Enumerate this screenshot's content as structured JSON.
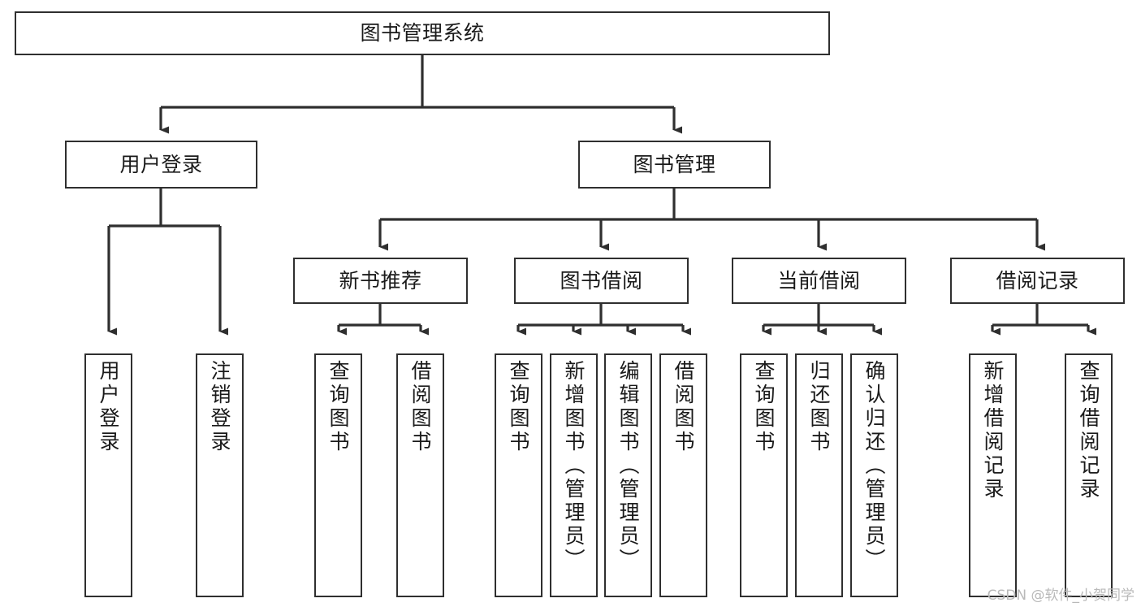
{
  "diagram": {
    "type": "tree-hierarchy",
    "title": "图书管理系统",
    "orientation": "top-down",
    "colors": {
      "background": "#ffffff",
      "box_border": "#2f2f2f",
      "box_fill": "#ffffff",
      "connector": "#2f2f2f",
      "text": "#1a1a1a",
      "watermark": "#b9b9b9"
    },
    "watermark": "CSDN @软件_小贺同学",
    "levels": {
      "root": "图书管理系统",
      "level2": [
        "用户登录",
        "图书管理"
      ],
      "level3": [
        "新书推荐",
        "图书借阅",
        "当前借阅",
        "借阅记录"
      ],
      "leaves": [
        "用户登录",
        "注销登录",
        "查询图书",
        "借阅图书",
        "查询图书",
        "新增图书（管理员）",
        "编辑图书（管理员）",
        "借阅图书",
        "查询图书",
        "归还图书",
        "确认归还（管理员）",
        "新增借阅记录",
        "查询借阅记录"
      ]
    },
    "nodes": {
      "root": {
        "label": "图书管理系统"
      },
      "user_login": {
        "label": "用户登录"
      },
      "book_manage": {
        "label": "图书管理"
      },
      "new_book_rec": {
        "label": "新书推荐"
      },
      "book_borrow": {
        "label": "图书借阅"
      },
      "current_borrow": {
        "label": "当前借阅"
      },
      "borrow_record": {
        "label": "借阅记录"
      },
      "leaf_user_login": {
        "label": "用户登录"
      },
      "leaf_logout": {
        "label": "注销登录"
      },
      "leaf_query_book_1": {
        "label": "查询图书"
      },
      "leaf_borrow_book_1": {
        "label": "借阅图书"
      },
      "leaf_query_book_2": {
        "label": "查询图书"
      },
      "leaf_add_book": {
        "label": "新增图书（管理员）"
      },
      "leaf_edit_book": {
        "label": "编辑图书（管理员）"
      },
      "leaf_borrow_book_2": {
        "label": "借阅图书"
      },
      "leaf_query_book_3": {
        "label": "查询图书"
      },
      "leaf_return_book": {
        "label": "归还图书"
      },
      "leaf_confirm_return": {
        "label": "确认归还（管理员）"
      },
      "leaf_add_record": {
        "label": "新增借阅记录"
      },
      "leaf_query_record": {
        "label": "查询借阅记录"
      }
    },
    "edges": [
      {
        "from": "root",
        "to": "用户登录"
      },
      {
        "from": "root",
        "to": "图书管理"
      },
      {
        "from": "用户登录",
        "to": "用户登录(叶)"
      },
      {
        "from": "用户登录",
        "to": "注销登录"
      },
      {
        "from": "图书管理",
        "to": "新书推荐"
      },
      {
        "from": "图书管理",
        "to": "图书借阅"
      },
      {
        "from": "图书管理",
        "to": "当前借阅"
      },
      {
        "from": "图书管理",
        "to": "借阅记录"
      },
      {
        "from": "新书推荐",
        "to": "查询图书"
      },
      {
        "from": "新书推荐",
        "to": "借阅图书"
      },
      {
        "from": "图书借阅",
        "to": "查询图书"
      },
      {
        "from": "图书借阅",
        "to": "新增图书（管理员）"
      },
      {
        "from": "图书借阅",
        "to": "编辑图书（管理员）"
      },
      {
        "from": "图书借阅",
        "to": "借阅图书"
      },
      {
        "from": "当前借阅",
        "to": "查询图书"
      },
      {
        "from": "当前借阅",
        "to": "归还图书"
      },
      {
        "from": "当前借阅",
        "to": "确认归还（管理员）"
      },
      {
        "from": "借阅记录",
        "to": "新增借阅记录"
      },
      {
        "from": "借阅记录",
        "to": "查询借阅记录"
      }
    ]
  }
}
